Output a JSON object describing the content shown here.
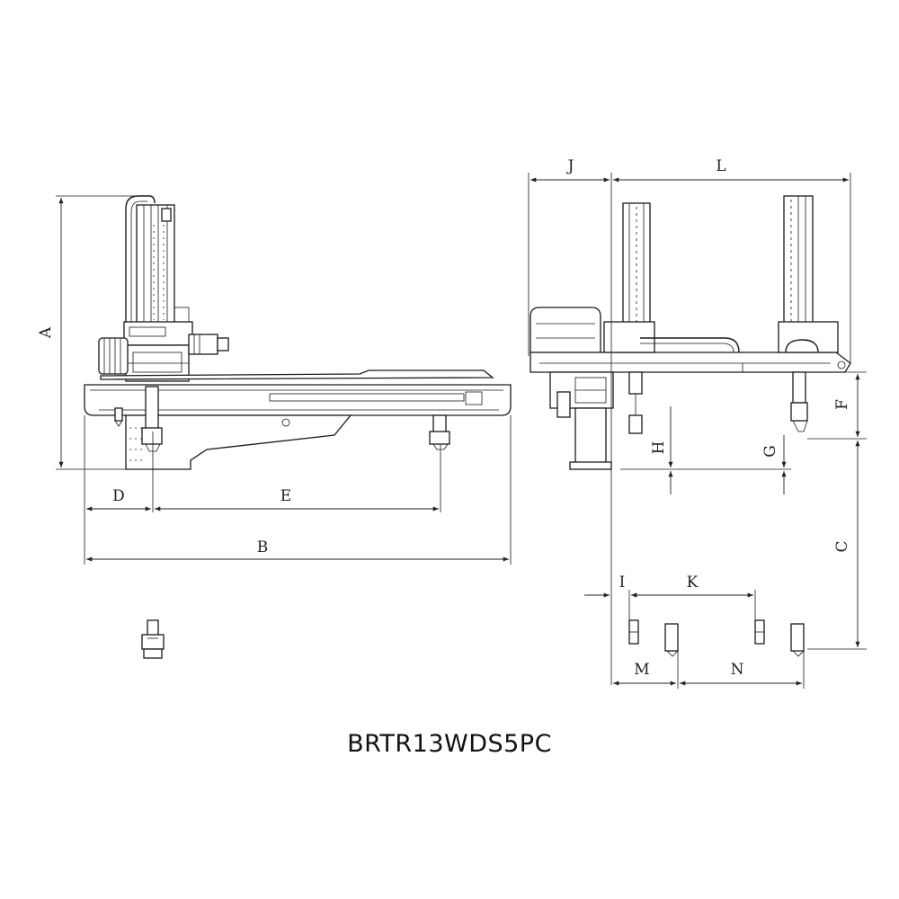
{
  "model_name": "BRTR13WDS5PC",
  "dimension_labels": {
    "A": "A",
    "B": "B",
    "C": "C",
    "D": "D",
    "E": "E",
    "F": "F",
    "G": "G",
    "H": "H",
    "I": "I",
    "J": "J",
    "K": "K",
    "L": "L",
    "M": "M",
    "N": "N"
  }
}
